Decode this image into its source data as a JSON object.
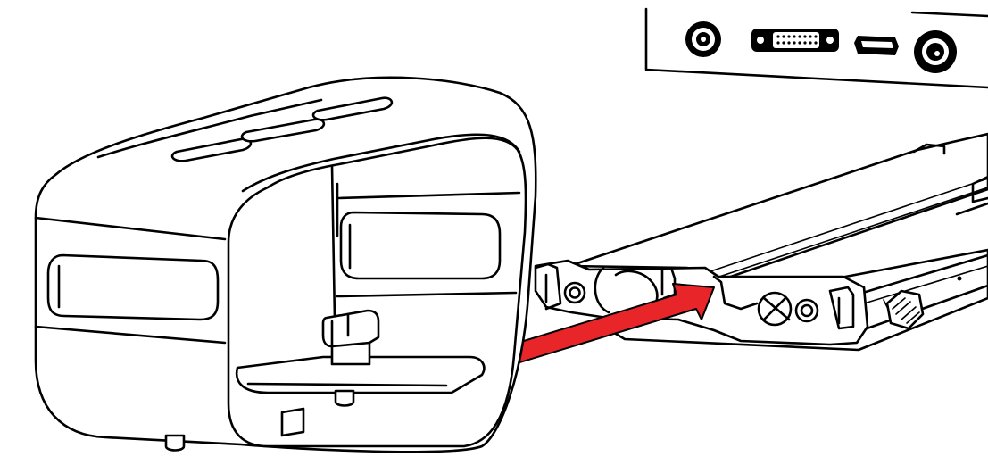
{
  "figure": {
    "description_visible_text": [],
    "colors": {
      "line": "#000000",
      "background": "#ffffff",
      "arrow": "#e8262a"
    },
    "parts": [
      {
        "name": "cable-cover-bracket"
      },
      {
        "name": "wall-mount-rail"
      },
      {
        "name": "tv-connector-panel"
      },
      {
        "name": "insertion-arrow"
      }
    ]
  }
}
